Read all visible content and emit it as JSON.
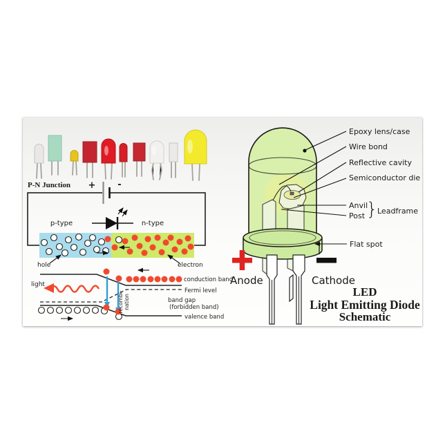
{
  "header": {
    "pn_title": "P-N Junction",
    "battery_plus": "+",
    "battery_minus": "-"
  },
  "junction": {
    "p_label": "p-type",
    "n_label": "n-type",
    "hole_label": "hole",
    "electron_label": "electron"
  },
  "bands": {
    "light": "light",
    "conduction": "conduction band",
    "fermi": "Fermi level",
    "gap1": "band gap",
    "gap2": "(forbidden band)",
    "valence": "valence band",
    "recomb1": "recombi-",
    "recomb2": "nation"
  },
  "led": {
    "epoxy": "Epoxy lens/case",
    "wire_bond": "Wire bond",
    "cavity": "Reflective cavity",
    "die": "Semiconductor die",
    "anvil": "Anvil",
    "post": "Post",
    "brace": "}",
    "leadframe": "Leadframe",
    "flat_spot": "Flat spot",
    "anode_symbol": "+",
    "anode_label": "Anode",
    "cathode_symbol": "−",
    "cathode_label": "Cathode"
  },
  "title": {
    "line1": "LED",
    "line2": "Light Emitting Diode",
    "line3": "Schematic"
  },
  "photos": {
    "leds": [
      {
        "name": "small clear LED",
        "color": "#e9e8e4"
      },
      {
        "name": "green rectangular LED",
        "color": "#a8dac2"
      },
      {
        "name": "small yellow LED",
        "color": "#e6c31e"
      },
      {
        "name": "red rectangular LED",
        "color": "#c32631"
      },
      {
        "name": "red dome LED",
        "color": "#e11b23"
      },
      {
        "name": "small red LED",
        "color": "#d61f27"
      },
      {
        "name": "red flat LED",
        "color": "#c62730"
      },
      {
        "name": "white dome LED",
        "color": "#f2f1ed"
      },
      {
        "name": "clear rectangular LED",
        "color": "#eceae8"
      },
      {
        "name": "large yellow LED",
        "color": "#f3ea2d"
      }
    ]
  },
  "colors": {
    "accent_red": "#dd2420",
    "anode_text": "#e5302a",
    "p_type_fill": "#a9dcec",
    "n_type_fill": "#cfe96a",
    "electron_dot": "#f04a2e",
    "recomb_arrow": "#2f9fd8",
    "led_body": "#d6efa7",
    "led_flange": "#cdeb9e",
    "glow": "#f4f08c"
  }
}
